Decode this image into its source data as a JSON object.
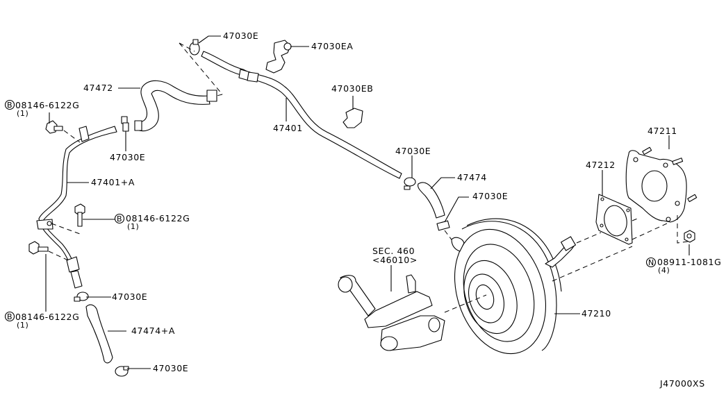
{
  "diagram": {
    "type": "exploded-parts-diagram",
    "title_code": "J47000XS",
    "colors": {
      "line": "#000000",
      "background": "#ffffff"
    },
    "callouts": [
      {
        "id": "c-47030e-top",
        "part": "47030E"
      },
      {
        "id": "c-47030ea",
        "part": "47030EA"
      },
      {
        "id": "c-47472",
        "part": "47472"
      },
      {
        "id": "c-47030eb",
        "part": "47030EB"
      },
      {
        "id": "c-bolt-1",
        "prefix": "B",
        "part": "08146-6122G",
        "qty": "(1)"
      },
      {
        "id": "c-47030e-left",
        "part": "47030E"
      },
      {
        "id": "c-47401",
        "part": "47401"
      },
      {
        "id": "c-47030e-mid",
        "part": "47030E"
      },
      {
        "id": "c-47474",
        "part": "47474"
      },
      {
        "id": "c-47030e-right",
        "part": "47030E"
      },
      {
        "id": "c-47401a",
        "part": "47401+A"
      },
      {
        "id": "c-bolt-2",
        "prefix": "B",
        "part": "08146-6122G",
        "qty": "(1)"
      },
      {
        "id": "c-47211",
        "part": "47211"
      },
      {
        "id": "c-47212",
        "part": "47212"
      },
      {
        "id": "c-sec460",
        "part": "SEC. 460",
        "qty": "<46010>"
      },
      {
        "id": "c-nut",
        "prefix": "N",
        "part": "08911-1081G",
        "qty": "(4)"
      },
      {
        "id": "c-47030e-low1",
        "part": "47030E"
      },
      {
        "id": "c-bolt-3",
        "prefix": "B",
        "part": "08146-6122G",
        "qty": "(1)"
      },
      {
        "id": "c-47474a",
        "part": "47474+A"
      },
      {
        "id": "c-47210",
        "part": "47210"
      },
      {
        "id": "c-47030e-low2",
        "part": "47030E"
      }
    ]
  }
}
